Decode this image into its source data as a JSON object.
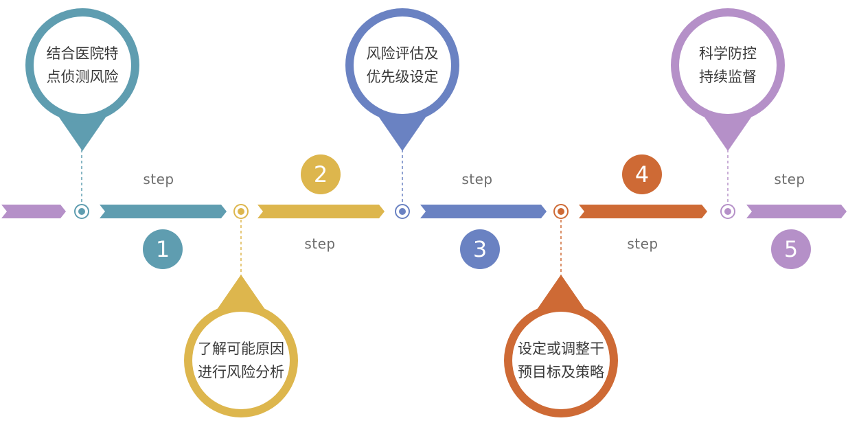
{
  "steps": [
    {
      "number": "1",
      "word": "step",
      "lines": [
        "结合医院特",
        "点侦测风险"
      ],
      "color": "#5f9db0",
      "bubble": "top"
    },
    {
      "number": "2",
      "word": "step",
      "lines": [
        "了解可能原因",
        "进行风险分析"
      ],
      "color": "#ddb64d",
      "bubble": "bottom"
    },
    {
      "number": "3",
      "word": "step",
      "lines": [
        "风险评估及",
        "优先级设定"
      ],
      "color": "#6a82c2",
      "bubble": "top"
    },
    {
      "number": "4",
      "word": "step",
      "lines": [
        "设定或调整干",
        "预目标及策略"
      ],
      "color": "#ce6a35",
      "bubble": "bottom"
    },
    {
      "number": "5",
      "word": "step",
      "lines": [
        "科学防控",
        "持续监督"
      ],
      "color": "#b590c8",
      "bubble": "top"
    }
  ]
}
